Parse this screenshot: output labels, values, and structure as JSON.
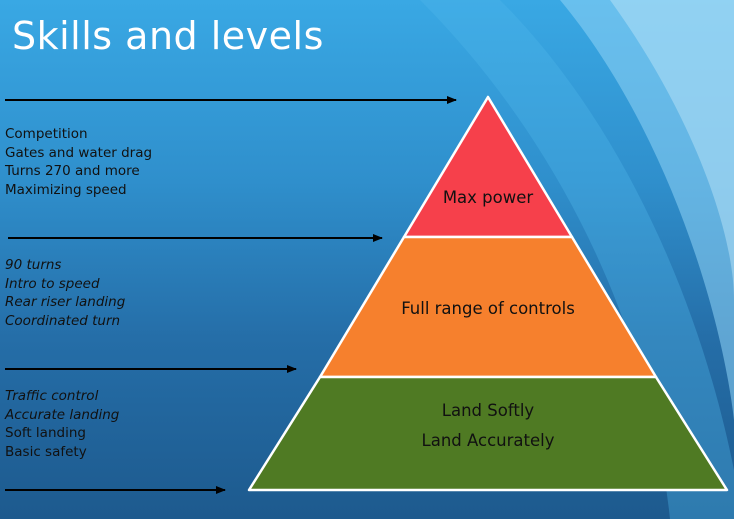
{
  "slide": {
    "title": "Skills and levels"
  },
  "skill_groups": [
    {
      "items": [
        {
          "text": "Competition",
          "italic": false
        },
        {
          "text": "Gates and water drag",
          "italic": false
        },
        {
          "text": "Turns 270 and more",
          "italic": false
        },
        {
          "text": "Maximizing speed",
          "italic": false
        }
      ]
    },
    {
      "items": [
        {
          "text": "90 turns",
          "italic": true
        },
        {
          "text": "Intro to speed",
          "italic": true
        },
        {
          "text": "Rear riser landing",
          "italic": true
        },
        {
          "text": "Coordinated turn",
          "italic": true
        }
      ]
    },
    {
      "items": [
        {
          "text": "Traffic control",
          "italic": true
        },
        {
          "text": "Accurate landing",
          "italic": true
        },
        {
          "text": "Soft landing",
          "italic": false
        },
        {
          "text": "Basic safety",
          "italic": false
        }
      ]
    }
  ],
  "pyramid": {
    "levels": [
      {
        "lines": [
          "Max power"
        ],
        "color": "#f6404b"
      },
      {
        "lines": [
          "Full range of controls"
        ],
        "color": "#f6802d"
      },
      {
        "lines": [
          "Land Softly",
          "Land Accurately"
        ],
        "color": "#4f7a23"
      }
    ]
  },
  "colors": {
    "title_text": "#ffffff",
    "body_text": "#111111",
    "arrow": "#000000"
  }
}
